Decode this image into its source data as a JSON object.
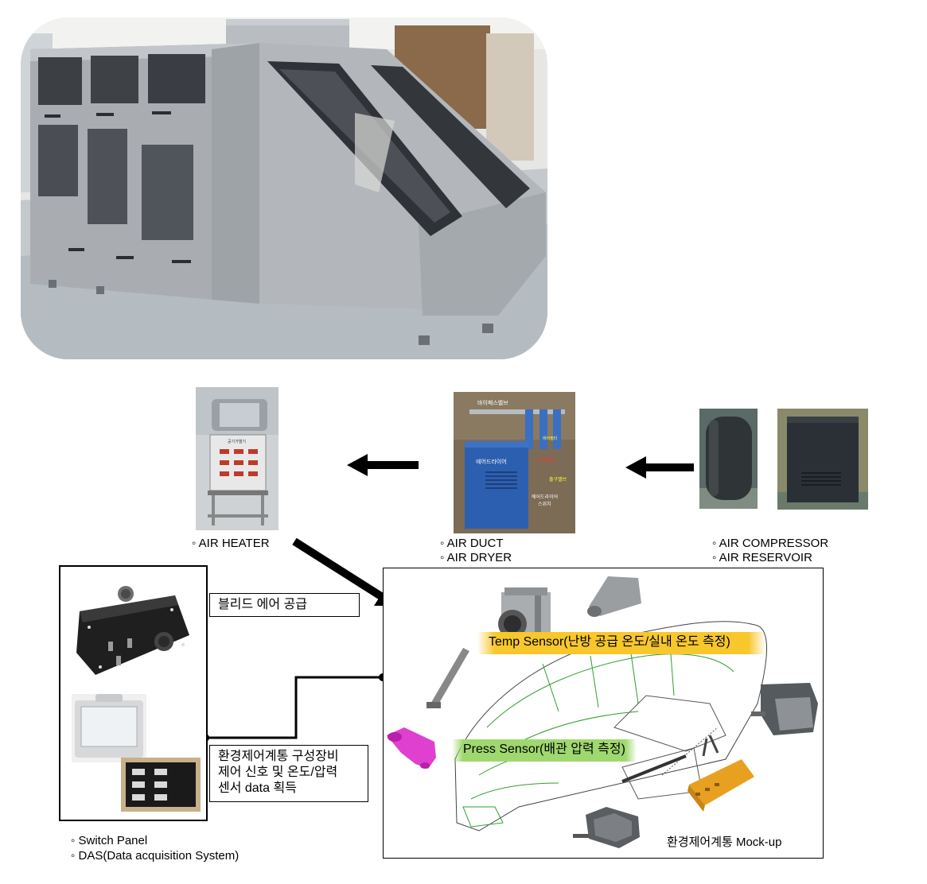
{
  "labels": {
    "air_heater": "◦ AIR HEATER",
    "air_duct": "◦ AIR DUCT",
    "air_dryer": "◦ AIR DRYER",
    "air_compressor": "◦ AIR COMPRESSOR",
    "air_reservoir": "◦ AIR RESERVOIR",
    "bleed_air": "블리드 에어 공급",
    "daq_line1": "환경제어계통 구성장비",
    "daq_line2": "제어 신호 및 온도/압력",
    "daq_line3": "센서 data 획득",
    "switch_panel": "◦ Switch Panel",
    "das": "◦ DAS(Data acquisition System)",
    "temp_sensor": "Temp Sensor(난방 공급 온도/실내 온도 측정)",
    "press_sensor": "Press Sensor(배관 압력 측정)",
    "mockup": "환경제어계통 Mock-up"
  },
  "photo_text": {
    "bypass_valve": "바이패스밸브",
    "air_filter": "에어필터",
    "inlet_valve": "입구밸브",
    "outlet_valve": "출구밸브",
    "air_dryer_unit": "에어드라이어",
    "dryer_switch_1": "에어드라이어",
    "dryer_switch_2": "스위치",
    "heater_panel": "공기가열기"
  },
  "colors": {
    "temp_sensor_bar": "#f7c72c",
    "press_sensor_bar": "#9fd86f",
    "dryer_blue": "#2d5fb0",
    "duct_magenta": "#e040d0",
    "ecu_orange": "#e8a020",
    "wireframe_green": "#2fa02f",
    "sensor_dash_blue": "#4a78c8"
  }
}
